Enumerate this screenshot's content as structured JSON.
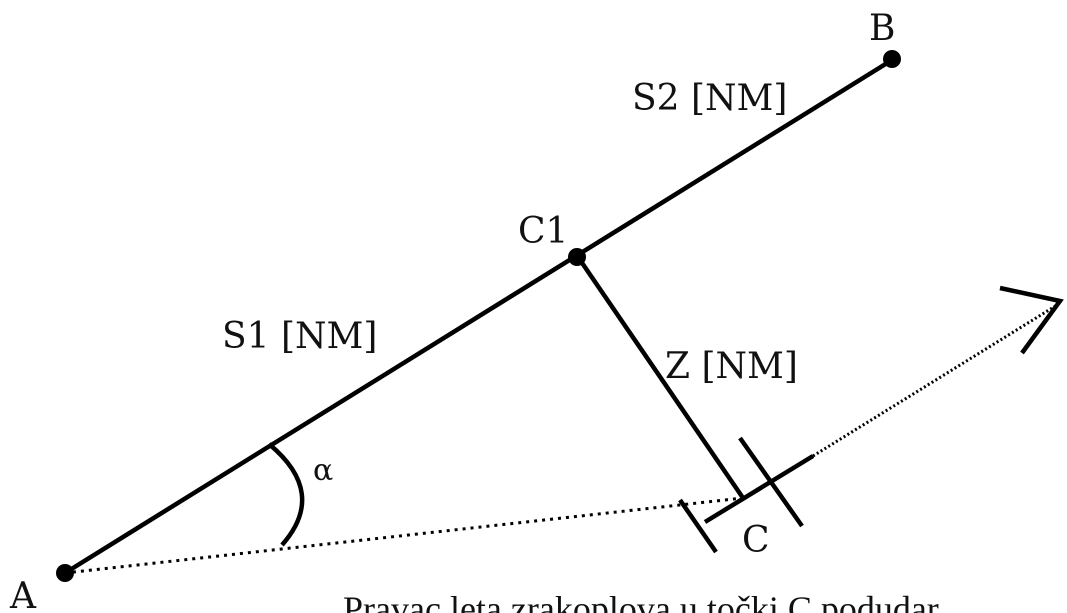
{
  "labels": {
    "point_a": "A",
    "point_b": "B",
    "point_c1": "C1",
    "point_c": "C",
    "segment_s1": "S1 [NM]",
    "segment_s2": "S2 [NM]",
    "segment_z": "Z [NM]",
    "angle_alpha": "α"
  },
  "caption": "Pravac leta zrakoplova u točki C podudar"
}
